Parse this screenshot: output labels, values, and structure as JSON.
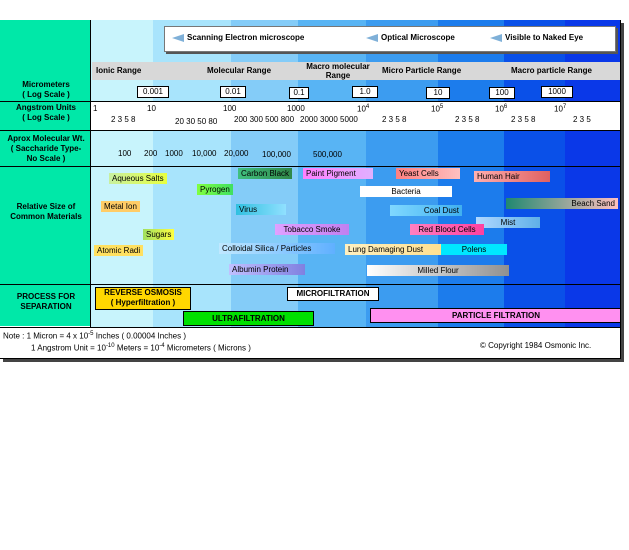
{
  "legend": {
    "sem": "Scanning Electron microscope",
    "optical": "Optical Microscope",
    "naked": "Visible to Naked Eye"
  },
  "row_labels": {
    "micrometers": "Micrometers",
    "micrometers_scale": "( Log Scale )",
    "angstrom": "Angstrom Units",
    "angstrom_scale": "( Log Scale )",
    "molwt_1": "Aprox Molecular Wt.",
    "molwt_2": "( Saccharide Type-",
    "molwt_3": "No Scale )",
    "relsize_1": "Relative Size of",
    "relsize_2": "Common Materials",
    "process_1": "PROCESS FOR",
    "process_2": "SEPARATION"
  },
  "ranges": {
    "ionic": "Ionic Range",
    "molecular": "Molecular Range",
    "macro_molecular": "Macro molecular Range",
    "micro_particle": "Micro Particle Range",
    "macro_particle": "Macro particle Range"
  },
  "micrometer_values": [
    "0.001",
    "0.01",
    "0.1",
    "1.0",
    "10",
    "100",
    "1000"
  ],
  "angstrom_ticks": {
    "major": [
      "1",
      "10",
      "100",
      "1000",
      "10",
      "10",
      "10",
      "10"
    ],
    "exponents": [
      "4",
      "5",
      "6",
      "7"
    ],
    "minor_1": "2 3 5 8",
    "minor_2": "20 30 50 80",
    "minor_3": "200 300 500 800",
    "minor_4": "2000 3000 5000",
    "minor_5": "2 3 5 8",
    "minor_6": "2 3 5 8",
    "minor_7": "2 3 5 8",
    "minor_8": "2 3 5"
  },
  "molecular_weights": [
    "100",
    "200",
    "1000",
    "10,000",
    "20,000",
    "100,000",
    "500,000"
  ],
  "materials": {
    "aqueous_salts": "Aqueous Salts",
    "pyrogen": "Pyrogen",
    "carbon_black": "Carbon Black",
    "paint_pigment": "Paint Pigment",
    "yeast_cells": "Yeast Cells",
    "human_hair": "Human Hair",
    "bacteria": "Bacteria",
    "beach_sand": "Beach Sand",
    "metal_ion": "Metal  Ion",
    "virus": "Virus",
    "coal_dust": "Coal Dust",
    "mist": "Mist",
    "sugars": "Sugars",
    "tobacco_smoke": "Tobacco Smoke",
    "red_blood_cells": "Red Blood Cells",
    "atomic_radi": "Atomic Radi",
    "colloidal_silica": "Colloidal Silica / Particles",
    "lung_damaging_dust": "Lung Damaging Dust",
    "polens": "Polens",
    "albumin_protein": "Albumin Protein",
    "milled_flour": "Milled Flour"
  },
  "processes": {
    "reverse_osmosis_1": "REVERSE OSMOSIS",
    "reverse_osmosis_2": "( Hyperfiltration )",
    "microfiltration": "MICROFILTRATION",
    "ultrafiltration": "ULTRAFILTRATION",
    "particle_filtration": "PARTICLE   FILTRATION"
  },
  "notes": {
    "line1_a": "Note :  1 Micron = 4 x 10",
    "line1_exp": "-5",
    "line1_b": " Inches ( 0.00004 Inches )",
    "line2_a": "1 Angstrom Unit = 10",
    "line2_exp1": "-10",
    "line2_b": " Meters = 10",
    "line2_exp2": "-4",
    "line2_c": " Micrometers ( Microns )",
    "copyright": "© Copyright 1984 Osmonic Inc."
  },
  "colors": {
    "left_panel": "#00e8a8",
    "band_1": "#c8f4fc",
    "band_2": "#a8e4fc",
    "band_3": "#84ccf8",
    "band_4": "#58b4f4",
    "band_5": "#3c9cf0",
    "band_6": "#1c7cec",
    "band_7": "#0a38e8"
  }
}
